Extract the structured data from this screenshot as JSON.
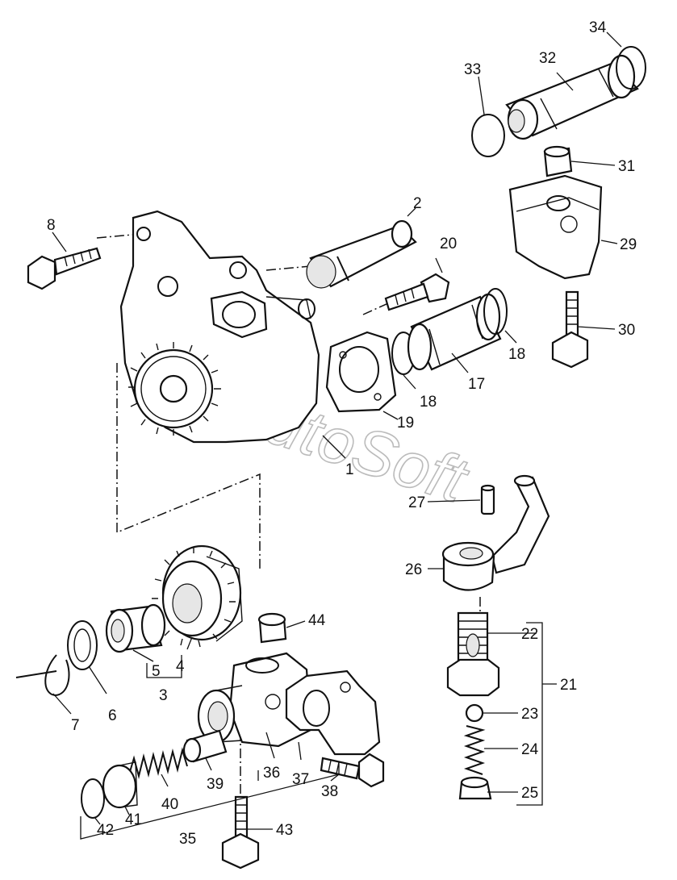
{
  "watermark": "AutoSoft",
  "callouts": [
    "1",
    "2",
    "3",
    "4",
    "5",
    "6",
    "7",
    "8",
    "17",
    "18",
    "18",
    "19",
    "20",
    "21",
    "22",
    "23",
    "24",
    "25",
    "26",
    "27",
    "29",
    "30",
    "31",
    "32",
    "33",
    "34",
    "35",
    "36",
    "37",
    "38",
    "39",
    "40",
    "41",
    "42",
    "43",
    "44"
  ]
}
